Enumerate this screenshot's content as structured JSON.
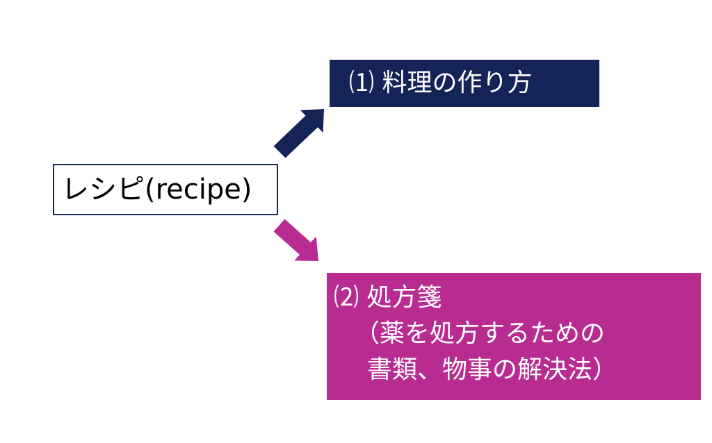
{
  "source": {
    "label": "レシピ(recipe)"
  },
  "meaning_1": {
    "label": "⑴ 料理の作り方",
    "bg_color": "#152456"
  },
  "meaning_2": {
    "line1": "⑵ 処方箋",
    "line2": "（薬を処方するための",
    "line3": "書類、物事の解決法）",
    "bg_color": "#b82b91"
  },
  "arrows": {
    "up_color": "#152456",
    "down_color": "#b82b91"
  }
}
